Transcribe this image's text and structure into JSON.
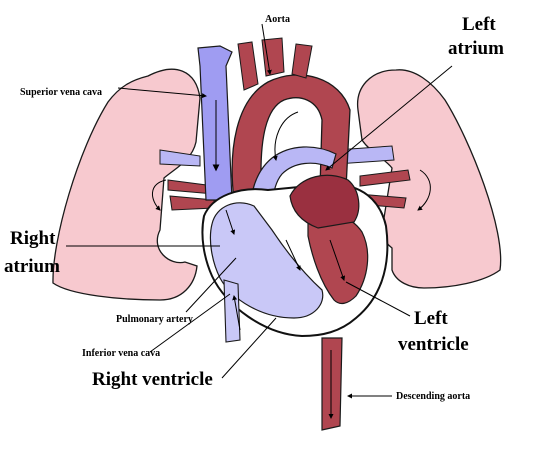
{
  "labels": {
    "aorta": "Aorta",
    "superior_vena_cava": "Superior vena cava",
    "left_atrium_line1": "Left",
    "left_atrium_line2": "atrium",
    "right_atrium_line1": "Right",
    "right_atrium_line2": "atrium",
    "pulmonary_artery": "Pulmonary artery",
    "inferior_vena_cava": "Inferior vena cava",
    "right_ventricle": "Right ventricle",
    "left_ventricle_line1": "Left",
    "left_ventricle_line2": "ventricle",
    "descending_aorta": "Descending aorta"
  },
  "colors": {
    "lung": "#f7c9cf",
    "lung_outline": "#1a1a1a",
    "venous_blue": "#9f9cf2",
    "venous_light": "#c9c8f7",
    "arterial_red": "#b04650",
    "arterial_dark": "#7e2030",
    "heart_outline": "#111111"
  }
}
